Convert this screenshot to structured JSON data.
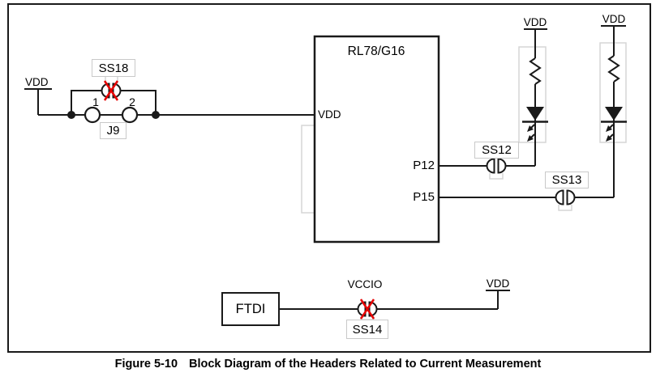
{
  "caption": {
    "figure_label": "Figure 5-10",
    "title": "Block Diagram of the Headers Related to Current Measurement"
  },
  "colors": {
    "wire": "#1a1a1a",
    "cut_x": "#e60000",
    "label_box_border": "#c9c9c9",
    "component_box_border": "#d6d6d6"
  },
  "power": {
    "left_vdd": "VDD",
    "branch1_vdd": "VDD",
    "branch2_vdd": "VDD",
    "bottom_vdd": "VDD",
    "vccio": "VCCIO"
  },
  "jumper": {
    "name": "J9",
    "pin1": "1",
    "pin2": "2"
  },
  "bridges": {
    "ss18": "SS18",
    "ss12": "SS12",
    "ss13": "SS13",
    "ss14": "SS14"
  },
  "mcu": {
    "title": "RL78/G16",
    "pin_vdd": "VDD",
    "pin_p12": "P12",
    "pin_p15": "P15"
  },
  "ftdi": {
    "label": "FTDI"
  }
}
